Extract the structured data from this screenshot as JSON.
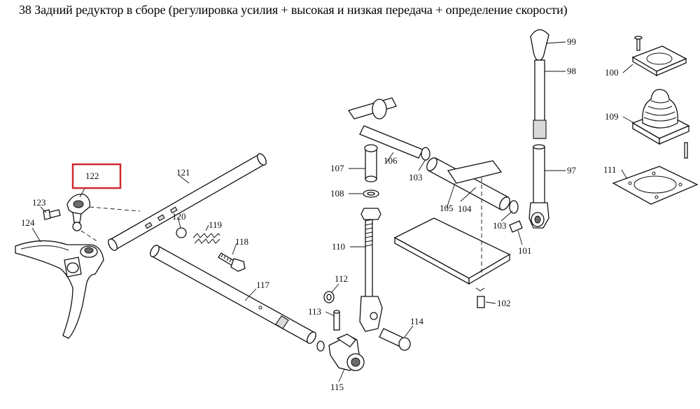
{
  "title": "38 Задний редуктор в сборе (регулировка усилия + высокая и низкая передача + определение скорости)",
  "highlight_color": "#d0282d",
  "highlighted_part": "122",
  "parts": {
    "p97": "97",
    "p98": "98",
    "p99": "99",
    "p100": "100",
    "p101": "101",
    "p102": "102",
    "p103a": "103",
    "p103b": "103",
    "p104": "104",
    "p105": "105",
    "p106": "106",
    "p107": "107",
    "p108": "108",
    "p109": "109",
    "p110": "110",
    "p111": "111",
    "p112": "112",
    "p113": "113",
    "p114": "114",
    "p115": "115",
    "p117": "117",
    "p118": "118",
    "p119": "119",
    "p120": "120",
    "p121": "121",
    "p122": "122",
    "p123": "123",
    "p124": "124"
  }
}
